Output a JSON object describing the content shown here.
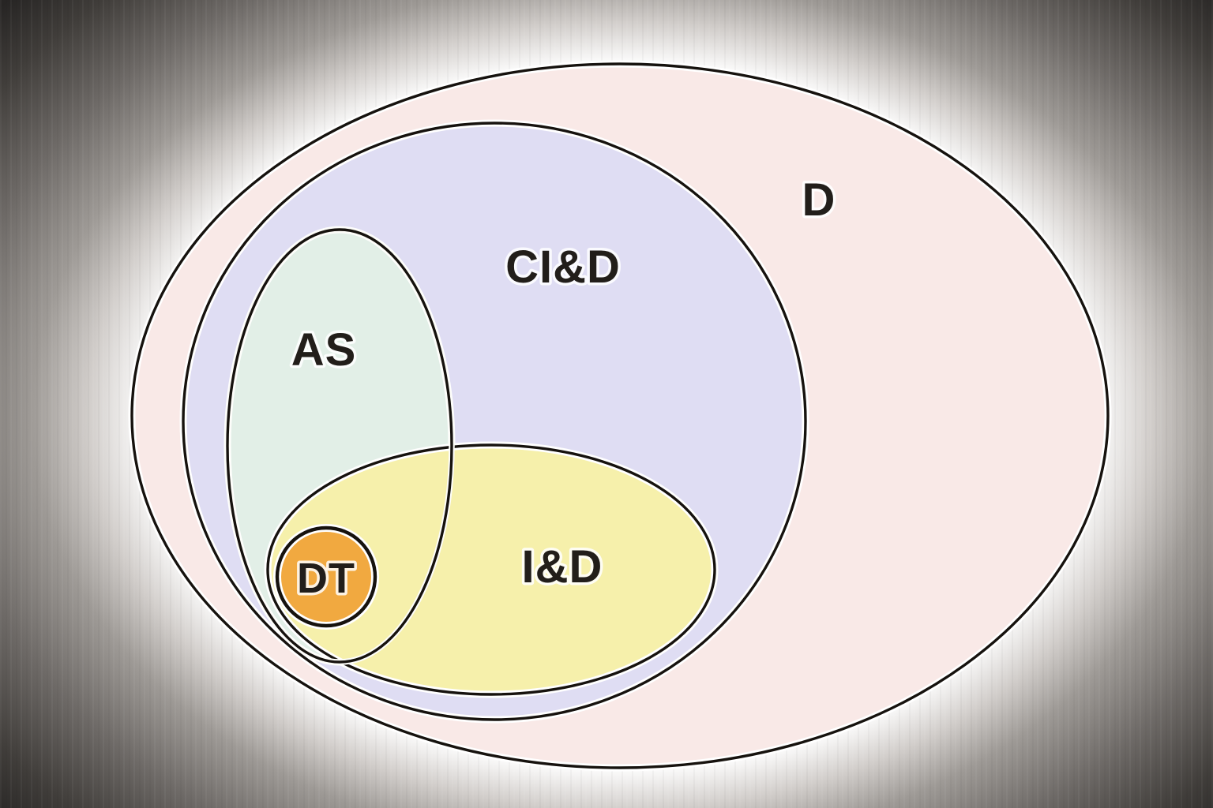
{
  "diagram": {
    "type": "euler-diagram",
    "background": {
      "center_glow_color": "#ffffff",
      "corner_color": "#272524",
      "style": "radial vignette with subtle vertical banding"
    },
    "outline_color": "#16120e",
    "label_color": "#221e1a",
    "sets": [
      {
        "id": "d",
        "label": "D",
        "color": "#f9e9e7",
        "relation": "outermost set, contains all others"
      },
      {
        "id": "cid",
        "label": "CI&D",
        "color": "#dfddf3",
        "relation": "inside D, contains AS and I&D"
      },
      {
        "id": "as",
        "label": "AS",
        "color": "#e2efe7",
        "relation": "inside CI&D, overlaps I&D"
      },
      {
        "id": "id",
        "label": "I&D",
        "color": "#f6f0ab",
        "relation": "inside CI&D, overlaps AS"
      },
      {
        "id": "dt",
        "label": "DT",
        "color": "#f1a940",
        "relation": "innermost circle, inside AS and I&D overlap"
      }
    ]
  }
}
